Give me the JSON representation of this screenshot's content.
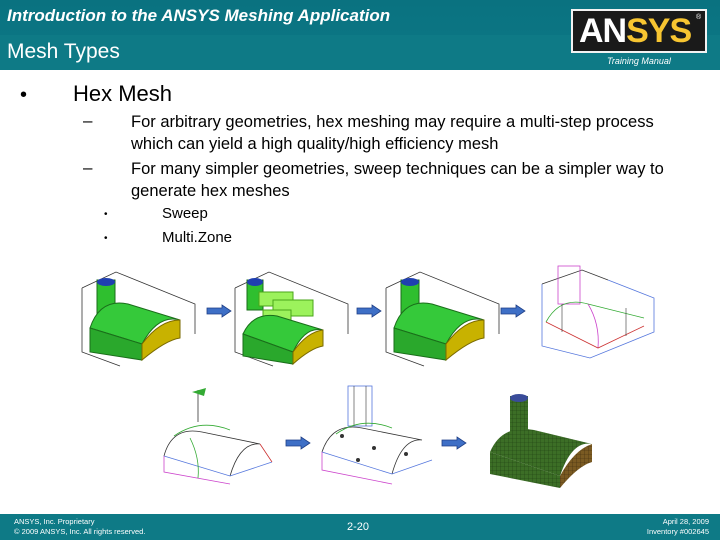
{
  "header": {
    "title": "Introduction to the ANSYS Meshing Application",
    "section": "Mesh Types",
    "training": "Training Manual",
    "logo_main": "AN",
    "logo_accent": "SYS",
    "logo_reg": "®"
  },
  "content": {
    "bullet": "•",
    "heading": "Hex Mesh",
    "dash": "–",
    "items": [
      "For arbitrary geometries, hex meshing may require a multi-step process which can yield a high quality/high efficiency mesh",
      "For many simpler geometries, sweep techniques can be a simpler way to generate hex meshes"
    ],
    "small_bullet": "•",
    "subitems": [
      "Sweep",
      "Multi.Zone"
    ]
  },
  "footer": {
    "left_line1": "ANSYS, Inc. Proprietary",
    "left_line2": "© 2009 ANSYS, Inc. All rights reserved.",
    "page": "2-20",
    "right_line1": "April 28, 2009",
    "right_line2": "Inventory #002645"
  },
  "colors": {
    "header_bg": "#0e7a86",
    "mesh_green": "#2fbf2f",
    "mesh_light_green": "#9cf25c",
    "dark_mesh": "#2f5c1f",
    "arrow_blue": "#3e6fc6"
  },
  "icons": [
    "arrow-right-icon"
  ]
}
